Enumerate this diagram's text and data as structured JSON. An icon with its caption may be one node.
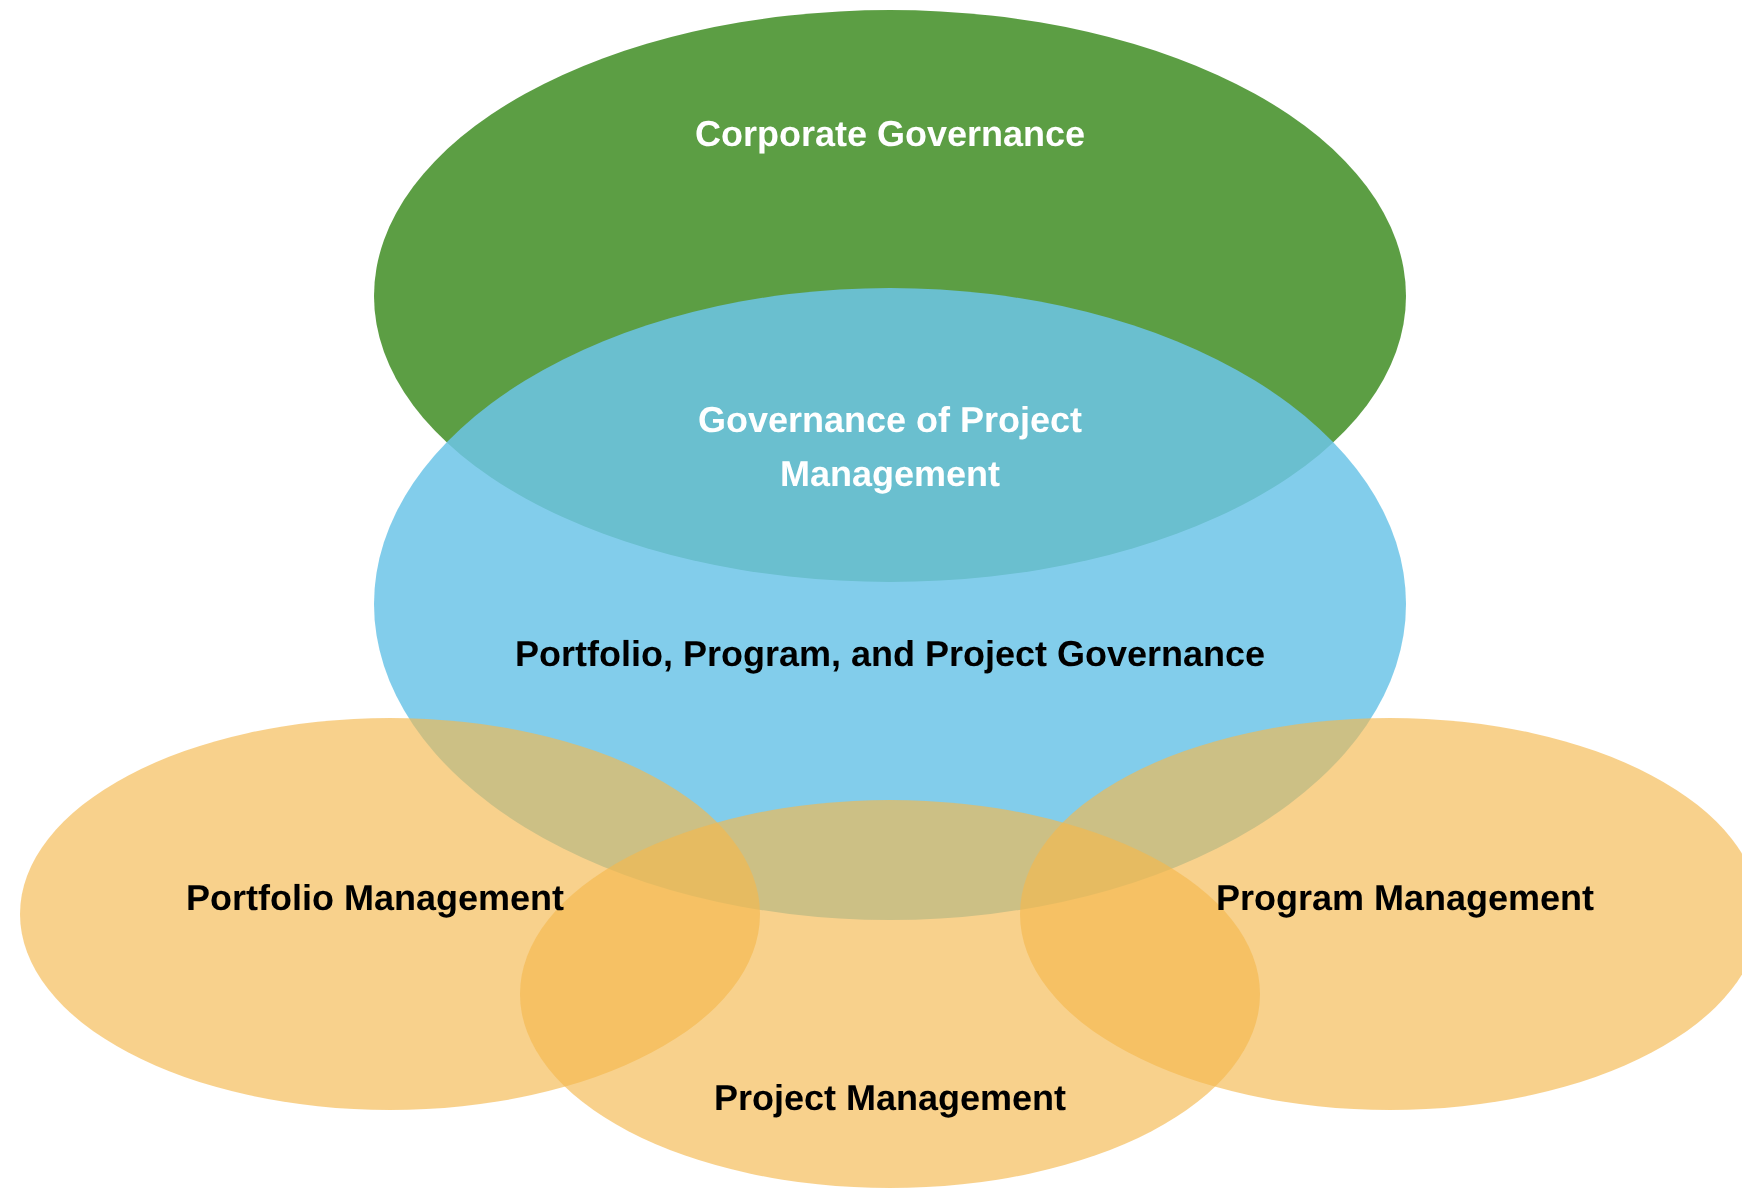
{
  "diagram": {
    "nodes": [
      {
        "text": [
          "Corporate Governance"
        ]
      },
      {
        "text": [
          "Portfolio, Program, and Project Governance"
        ]
      },
      {
        "text": [
          "Portfolio Management"
        ]
      },
      {
        "text": [
          "Program Management"
        ]
      },
      {
        "text": [
          "Project Management"
        ]
      }
    ],
    "labels": [
      "Governance of Project Management"
    ]
  }
}
